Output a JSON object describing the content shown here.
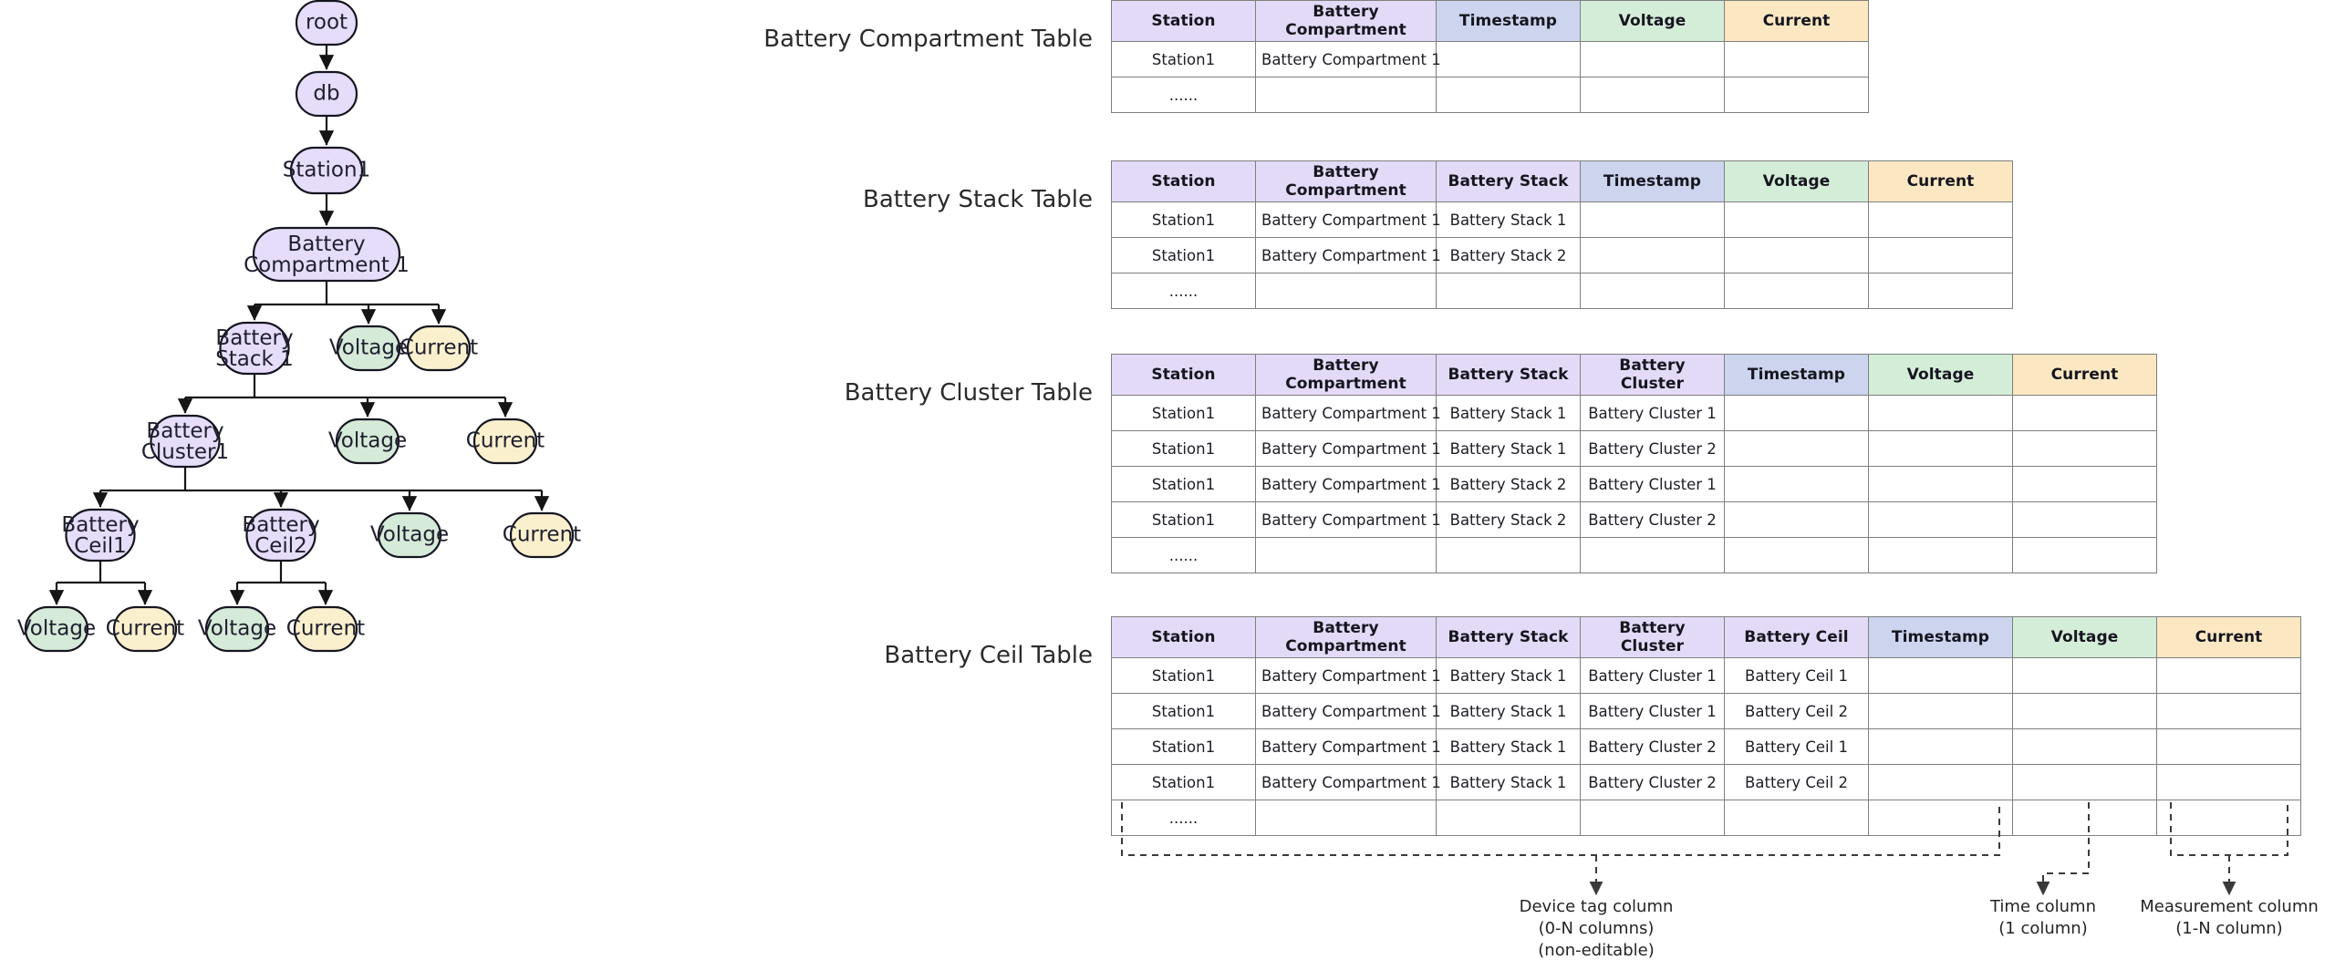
{
  "diagram": {
    "tree": {
      "nodes": [
        {
          "id": "root",
          "label": "root",
          "kind": "tag"
        },
        {
          "id": "db",
          "label": "db",
          "kind": "tag"
        },
        {
          "id": "st1",
          "label": "Station1",
          "kind": "tag"
        },
        {
          "id": "bc1",
          "label": "Battery\nCompartment 1",
          "kind": "tag"
        },
        {
          "id": "bs1",
          "label": "Battery\nStack 1",
          "kind": "tag"
        },
        {
          "id": "bc1v",
          "label": "Voltage",
          "kind": "voltage"
        },
        {
          "id": "bc1c",
          "label": "Current",
          "kind": "current"
        },
        {
          "id": "bcl1",
          "label": "Battery\nCluster1",
          "kind": "tag"
        },
        {
          "id": "bs1v",
          "label": "Voltage",
          "kind": "voltage"
        },
        {
          "id": "bs1c",
          "label": "Current",
          "kind": "current"
        },
        {
          "id": "cell1",
          "label": "Battery\nCeil1",
          "kind": "tag"
        },
        {
          "id": "cell2",
          "label": "Battery\nCeil2",
          "kind": "tag"
        },
        {
          "id": "bcl1v",
          "label": "Voltage",
          "kind": "voltage"
        },
        {
          "id": "bcl1c",
          "label": "Current",
          "kind": "current"
        },
        {
          "id": "c1v",
          "label": "Voltage",
          "kind": "voltage"
        },
        {
          "id": "c1c",
          "label": "Current",
          "kind": "current"
        },
        {
          "id": "c2v",
          "label": "Voltage",
          "kind": "voltage"
        },
        {
          "id": "c2c",
          "label": "Current",
          "kind": "current"
        }
      ],
      "colors": {
        "tag_fill": "#e6ddfa",
        "voltage_fill": "#d5ead8",
        "current_fill": "#fbf0cd",
        "stroke": "#151520"
      }
    },
    "tables": [
      {
        "caption": "Battery Compartment Table",
        "columns": [
          {
            "label": "Station",
            "type": "tag"
          },
          {
            "label": "Battery Compartment",
            "type": "tag"
          },
          {
            "label": "Timestamp",
            "type": "time"
          },
          {
            "label": "Voltage",
            "type": "voltage"
          },
          {
            "label": "Current",
            "type": "current"
          }
        ],
        "rows": [
          [
            "Station1",
            "Battery Compartment 1",
            "",
            "",
            ""
          ],
          [
            "......",
            "",
            "",
            "",
            ""
          ]
        ]
      },
      {
        "caption": "Battery Stack Table",
        "columns": [
          {
            "label": "Station",
            "type": "tag"
          },
          {
            "label": "Battery Compartment",
            "type": "tag"
          },
          {
            "label": "Battery Stack",
            "type": "tag"
          },
          {
            "label": "Timestamp",
            "type": "time"
          },
          {
            "label": "Voltage",
            "type": "voltage"
          },
          {
            "label": "Current",
            "type": "current"
          }
        ],
        "rows": [
          [
            "Station1",
            "Battery Compartment 1",
            "Battery Stack 1",
            "",
            "",
            ""
          ],
          [
            "Station1",
            "Battery Compartment 1",
            "Battery Stack 2",
            "",
            "",
            ""
          ],
          [
            "......",
            "",
            "",
            "",
            "",
            ""
          ]
        ]
      },
      {
        "caption": "Battery Cluster Table",
        "columns": [
          {
            "label": "Station",
            "type": "tag"
          },
          {
            "label": "Battery Compartment",
            "type": "tag"
          },
          {
            "label": "Battery Stack",
            "type": "tag"
          },
          {
            "label": "Battery Cluster",
            "type": "tag"
          },
          {
            "label": "Timestamp",
            "type": "time"
          },
          {
            "label": "Voltage",
            "type": "voltage"
          },
          {
            "label": "Current",
            "type": "current"
          }
        ],
        "rows": [
          [
            "Station1",
            "Battery Compartment 1",
            "Battery Stack 1",
            "Battery Cluster 1",
            "",
            "",
            ""
          ],
          [
            "Station1",
            "Battery Compartment 1",
            "Battery Stack 1",
            "Battery Cluster 2",
            "",
            "",
            ""
          ],
          [
            "Station1",
            "Battery Compartment 1",
            "Battery Stack 2",
            "Battery Cluster 1",
            "",
            "",
            ""
          ],
          [
            "Station1",
            "Battery Compartment 1",
            "Battery Stack 2",
            "Battery Cluster 2",
            "",
            "",
            ""
          ],
          [
            "......",
            "",
            "",
            "",
            "",
            "",
            ""
          ]
        ]
      },
      {
        "caption": "Battery Ceil Table",
        "columns": [
          {
            "label": "Station",
            "type": "tag"
          },
          {
            "label": "Battery Compartment",
            "type": "tag"
          },
          {
            "label": "Battery Stack",
            "type": "tag"
          },
          {
            "label": "Battery Cluster",
            "type": "tag"
          },
          {
            "label": "Battery Ceil",
            "type": "tag"
          },
          {
            "label": "Timestamp",
            "type": "time"
          },
          {
            "label": "Voltage",
            "type": "voltage"
          },
          {
            "label": "Current",
            "type": "current"
          }
        ],
        "rows": [
          [
            "Station1",
            "Battery Compartment 1",
            "Battery Stack 1",
            "Battery Cluster 1",
            "Battery Ceil 1",
            "",
            "",
            ""
          ],
          [
            "Station1",
            "Battery Compartment 1",
            "Battery Stack 1",
            "Battery Cluster 1",
            "Battery Ceil 2",
            "",
            "",
            ""
          ],
          [
            "Station1",
            "Battery Compartment 1",
            "Battery Stack 1",
            "Battery Cluster 2",
            "Battery Ceil 1",
            "",
            "",
            ""
          ],
          [
            "Station1",
            "Battery Compartment 1",
            "Battery Stack 1",
            "Battery Cluster 2",
            "Battery Ceil 2",
            "",
            "",
            ""
          ],
          [
            "......",
            "",
            "",
            "",
            "",
            "",
            "",
            ""
          ]
        ]
      }
    ],
    "annotations": [
      {
        "id": "device-tag",
        "lines": [
          "Device tag column",
          "(0-N columns)",
          "(non-editable)"
        ]
      },
      {
        "id": "time",
        "lines": [
          "Time column",
          "(1 column)"
        ]
      },
      {
        "id": "measurement",
        "lines": [
          "Measurement column",
          "(1-N column)"
        ]
      }
    ]
  }
}
